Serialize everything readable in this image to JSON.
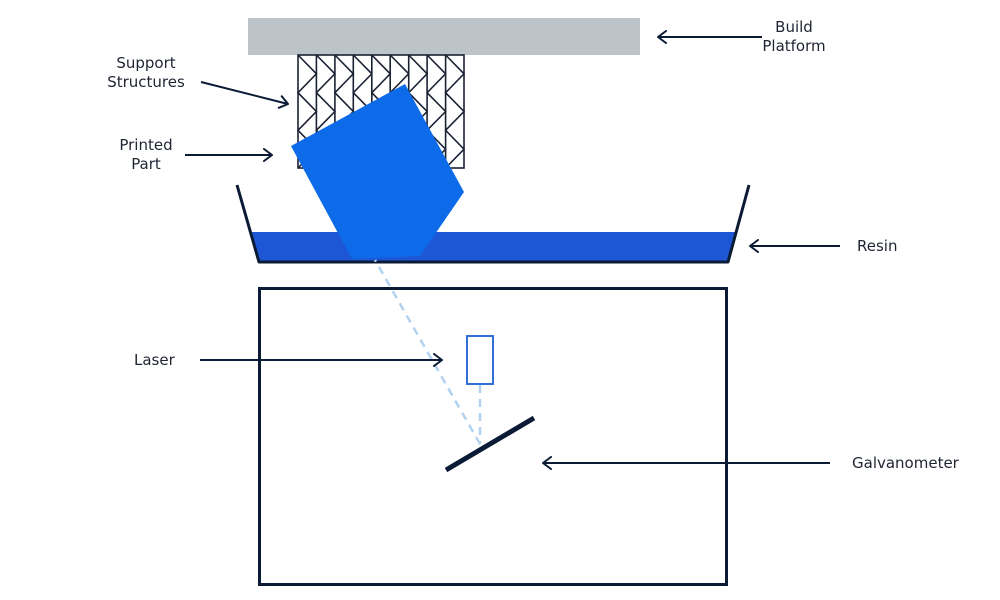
{
  "labels": {
    "build_platform": [
      "Build",
      "Platform"
    ],
    "support_structures": [
      "Support",
      "Structures"
    ],
    "printed_part": [
      "Printed",
      "Part"
    ],
    "resin": "Resin",
    "laser": "Laser",
    "galvanometer": "Galvanometer"
  },
  "colors": {
    "platform": "#bcc3c9",
    "part": "#0d6ae8",
    "resin": "#1d57d6",
    "outline": "#0b1b36",
    "laser_box": "#2f6fd6",
    "laser_beam": "#b3d2f0",
    "text": "#1f2433"
  }
}
